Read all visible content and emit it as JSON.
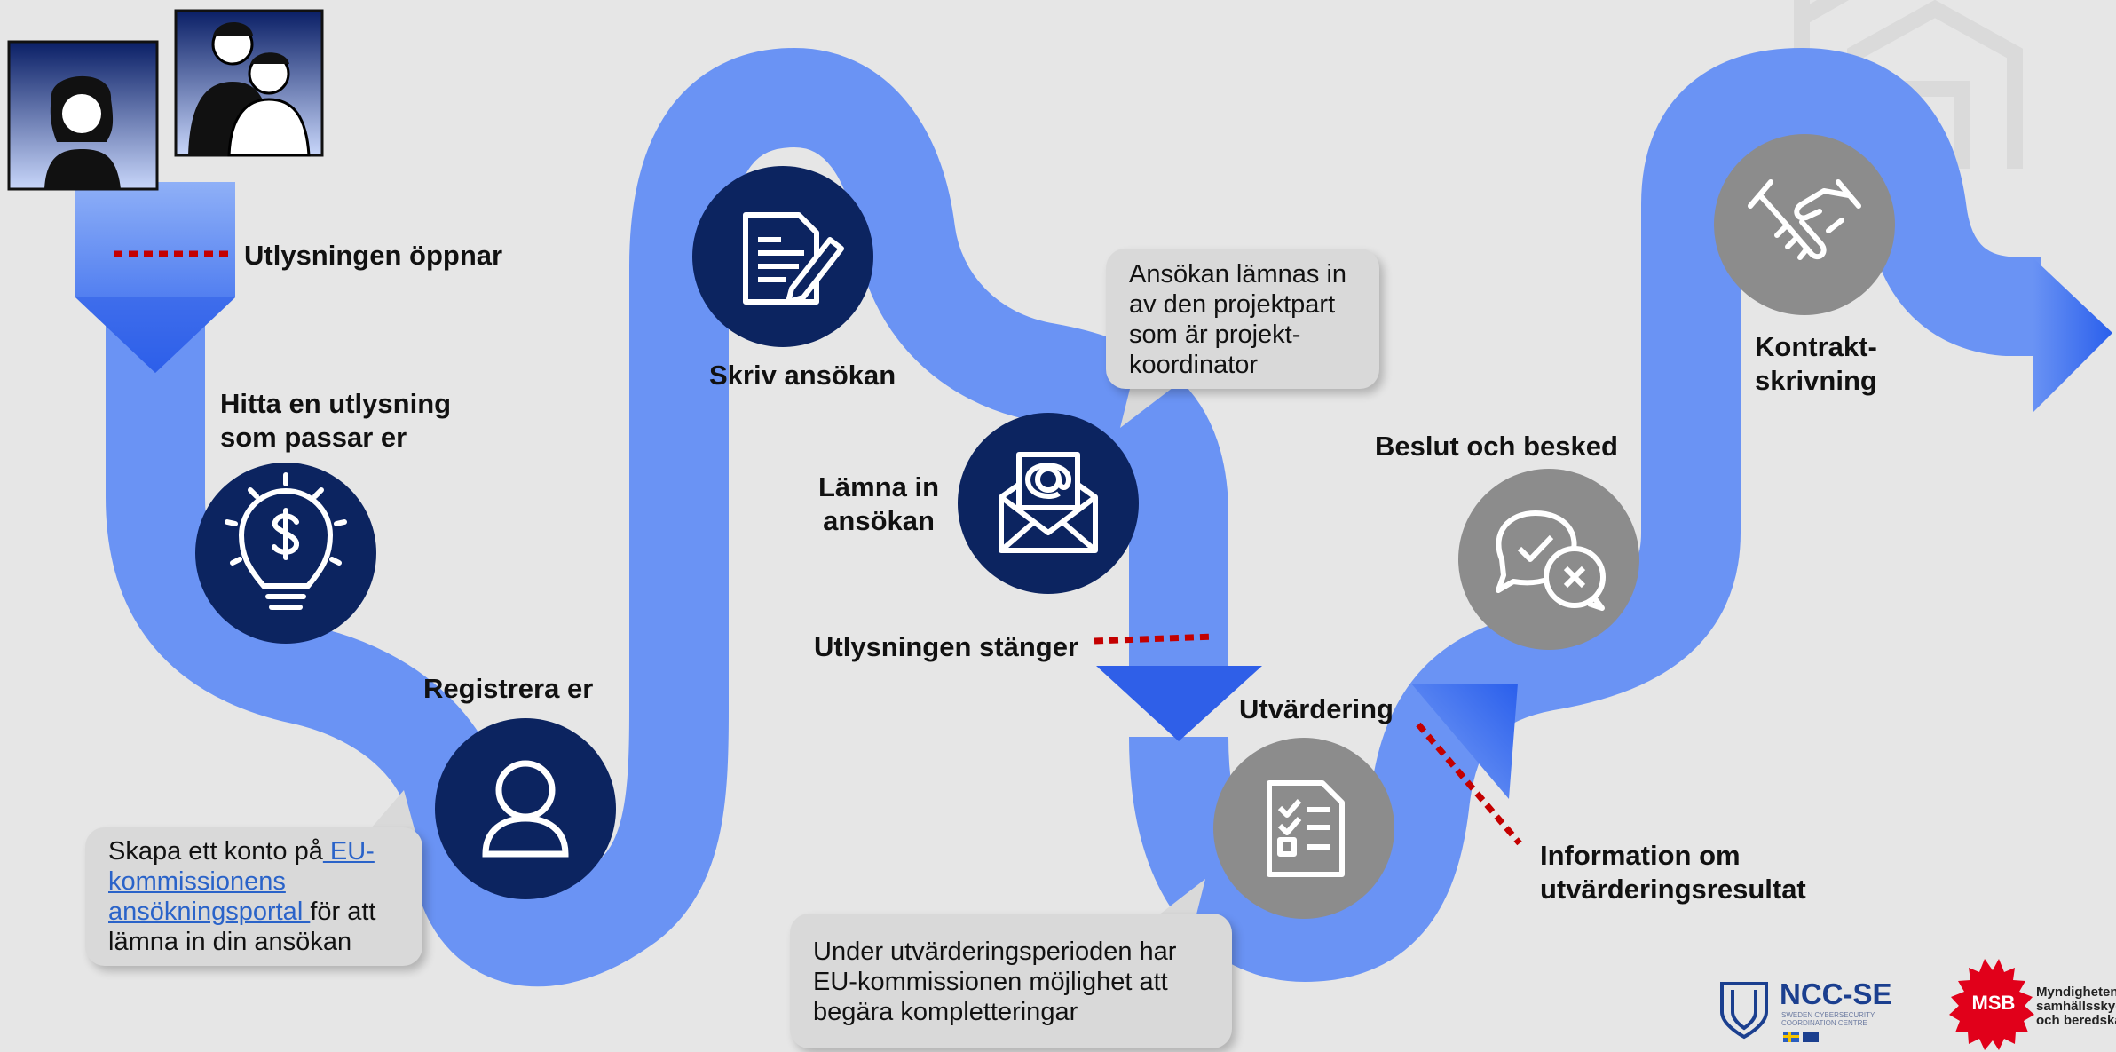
{
  "colors": {
    "path": "#6a93f4",
    "path_dark": "#2f5fe8",
    "navy": "#0c2460",
    "gray_circle": "#8c8c8c",
    "dotted_marker": "#c40000",
    "background": "#e6e6e6"
  },
  "steps": [
    {
      "id": "hitta",
      "label_lines": [
        "Hitta en utlysning",
        "som passar er"
      ],
      "icon": "lightbulb-dollar-icon"
    },
    {
      "id": "registrera",
      "label_lines": [
        "Registrera er"
      ],
      "icon": "person-icon"
    },
    {
      "id": "skriv",
      "label_lines": [
        "Skriv ansökan"
      ],
      "icon": "document-pen-icon"
    },
    {
      "id": "lamna",
      "label_lines": [
        "Lämna in",
        "ansökan"
      ],
      "icon": "envelope-at-icon"
    },
    {
      "id": "utvardering",
      "label_lines": [
        "Utvärdering"
      ],
      "icon": "checklist-document-icon"
    },
    {
      "id": "beslut",
      "label_lines": [
        "Beslut och besked"
      ],
      "icon": "speech-check-cross-icon"
    },
    {
      "id": "kontrakt",
      "label_lines": [
        "Kontrakt-",
        "skrivning"
      ],
      "icon": "handshake-icon"
    }
  ],
  "markers": {
    "opens": "Utlysningen öppnar",
    "closes": "Utlysningen stänger",
    "info_lines": [
      "Information om",
      "utvärderingsresultat"
    ]
  },
  "bubbles": {
    "konto": {
      "before": "Skapa ett konto på",
      "link": " EU-kommissionens ansökningsportal ",
      "after": "för att lämna in din ansökan",
      "line1_pre": "Skapa ett konto på",
      "line1_link": " EU-",
      "line2_link": "kommissionens",
      "line3_link": "ansökningsportal ",
      "line3_post": "för att",
      "line4": "lämna in din ansökan"
    },
    "koordinator": {
      "lines": [
        "Ansökan lämnas in",
        "av den projektpart",
        "som är projekt-",
        "koordinator"
      ]
    },
    "komplettering": {
      "lines": [
        "Under utvärderingsperioden har",
        "EU-kommissionen möjlighet att",
        "begära kompletteringar"
      ]
    }
  },
  "logos": {
    "ncc_name": "NCC-SE",
    "ncc_sub_lines": [
      "SWEDEN CYBERSECURITY",
      "COORDINATION CENTRE"
    ],
    "msb_mark": "MSB",
    "msb_lines": [
      "Myndigheten f",
      "samhällsskydd",
      "och beredskap"
    ]
  }
}
